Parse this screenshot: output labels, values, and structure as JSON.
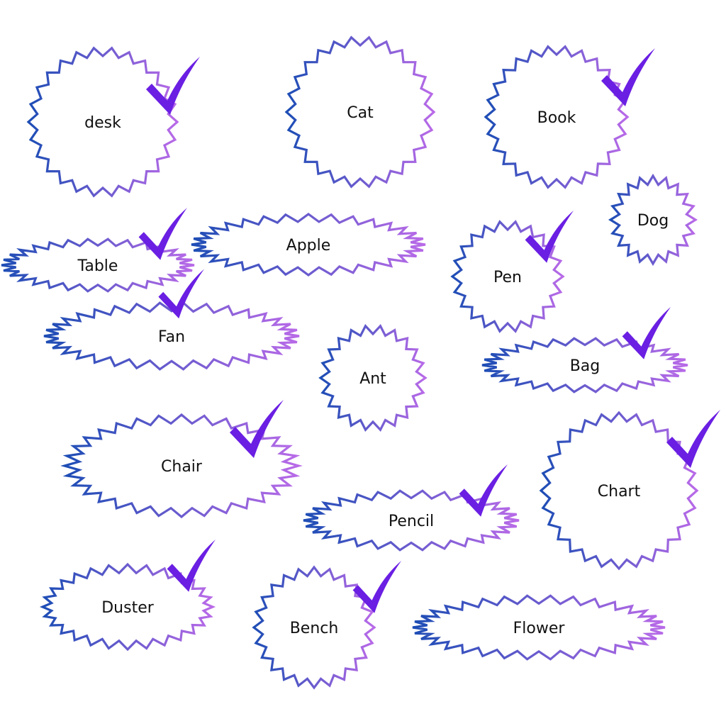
{
  "colors": {
    "stroke_start": "#1d4db5",
    "stroke_end": "#b96ae8",
    "check": "#6a1fe3",
    "text": "#111111"
  },
  "items": [
    {
      "label": "desk",
      "checked": true
    },
    {
      "label": "Cat",
      "checked": false
    },
    {
      "label": "Book",
      "checked": true
    },
    {
      "label": "Dog",
      "checked": false
    },
    {
      "label": "Table",
      "checked": true
    },
    {
      "label": "Apple",
      "checked": false
    },
    {
      "label": "Pen",
      "checked": true
    },
    {
      "label": "Fan",
      "checked": true
    },
    {
      "label": "Ant",
      "checked": false
    },
    {
      "label": "Bag",
      "checked": true
    },
    {
      "label": "Chair",
      "checked": true
    },
    {
      "label": "Chart",
      "checked": true
    },
    {
      "label": "Pencil",
      "checked": true
    },
    {
      "label": "Duster",
      "checked": true
    },
    {
      "label": "Bench",
      "checked": true
    },
    {
      "label": "Flower",
      "checked": false
    }
  ]
}
